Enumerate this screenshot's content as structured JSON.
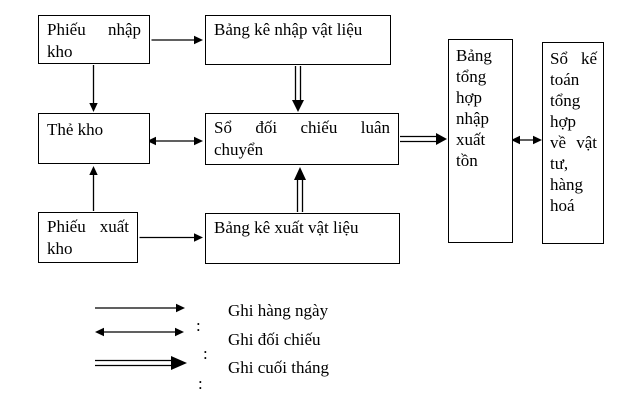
{
  "diagram": {
    "boxes": [
      {
        "id": "phieu-nhap-kho",
        "label": "Phiếu nhập\nkho"
      },
      {
        "id": "bang-ke-nhap",
        "label": "Bảng kê nhập vật liệu"
      },
      {
        "id": "the-kho",
        "label": "Thẻ kho"
      },
      {
        "id": "so-doi-chieu",
        "label": "Sổ đối chiếu luân\nchuyển"
      },
      {
        "id": "phieu-xuat-kho",
        "label": "Phiếu xuất\nkho"
      },
      {
        "id": "bang-ke-xuat",
        "label": "Bảng kê xuất vật liệu"
      },
      {
        "id": "bang-tong-hop",
        "label": "Bảng\ntổng\nhợp\nnhập\nxuất\ntồn"
      },
      {
        "id": "so-ke-toan",
        "label": "Sổ kế\ntoán\ntổng\nhợp\nvề vật\ntư,\nhàng\nhoá"
      }
    ],
    "arrows": [
      {
        "from": "phieu-nhap-kho",
        "to": "bang-ke-nhap",
        "style": "single"
      },
      {
        "from": "phieu-nhap-kho",
        "to": "the-kho",
        "style": "single"
      },
      {
        "from": "the-kho",
        "to": "so-doi-chieu",
        "style": "double-headed"
      },
      {
        "from": "bang-ke-nhap",
        "to": "so-doi-chieu",
        "style": "double-line"
      },
      {
        "from": "phieu-xuat-kho",
        "to": "the-kho",
        "style": "single"
      },
      {
        "from": "phieu-xuat-kho",
        "to": "bang-ke-xuat",
        "style": "single"
      },
      {
        "from": "bang-ke-xuat",
        "to": "so-doi-chieu",
        "style": "double-line"
      },
      {
        "from": "so-doi-chieu",
        "to": "bang-tong-hop",
        "style": "double-line"
      },
      {
        "from": "bang-tong-hop",
        "to": "so-ke-toan",
        "style": "double-headed"
      }
    ],
    "legend": {
      "separator": ":",
      "items": [
        {
          "symbol": "single-arrow",
          "label": "Ghi hàng ngày"
        },
        {
          "symbol": "double-headed-arrow",
          "label": "Ghi đối chiếu"
        },
        {
          "symbol": "double-line-arrow",
          "label": "Ghi cuối tháng"
        }
      ]
    },
    "colors": {
      "line": "#000000",
      "background": "#ffffff",
      "box_fill": "#ffffff"
    }
  }
}
